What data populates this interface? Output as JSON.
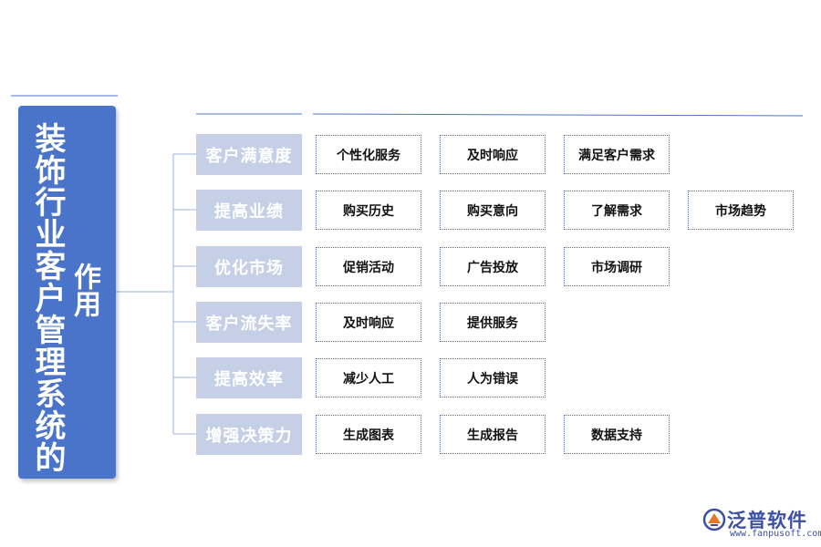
{
  "title": {
    "main": "装饰行业客户管理系统的",
    "sub": "作用"
  },
  "rows": [
    {
      "category": "客户满意度",
      "items": [
        "个性化服务",
        "及时响应",
        "满足客户需求"
      ]
    },
    {
      "category": "提高业绩",
      "items": [
        "购买历史",
        "购买意向",
        "了解需求",
        "市场趋势"
      ]
    },
    {
      "category": "优化市场",
      "items": [
        "促销活动",
        "广告投放",
        "市场调研"
      ]
    },
    {
      "category": "客户流失率",
      "items": [
        "及时响应",
        "提供服务"
      ]
    },
    {
      "category": "提高效率",
      "items": [
        "减少人工",
        "人为错误"
      ]
    },
    {
      "category": "增强决策力",
      "items": [
        "生成图表",
        "生成报告",
        "数据支持"
      ]
    }
  ],
  "logo": {
    "name": "泛普软件",
    "url": "www.fanpusoft.com",
    "icon": "fanpu-logo-icon"
  },
  "colors": {
    "title_bg": "#4a74c9",
    "category_bg": "#c5d0e6",
    "item_border": "#4a6fb5",
    "connector": "#9fb3d8"
  }
}
